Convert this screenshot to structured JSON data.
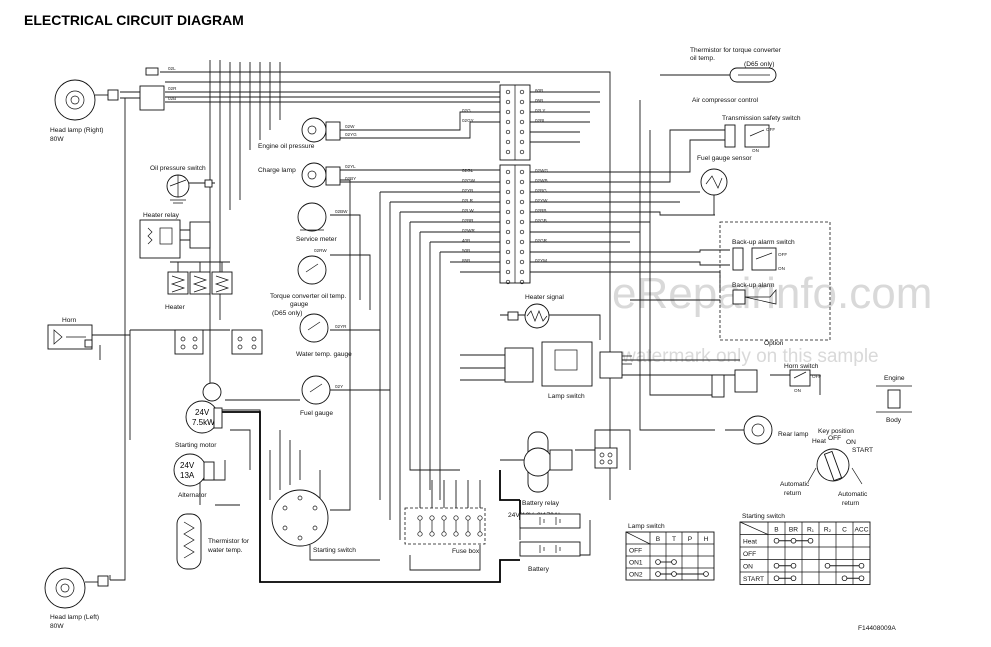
{
  "title": "ELECTRICAL CIRCUIT DIAGRAM",
  "figure_id": "F14408009A",
  "watermark": {
    "brand": "eRepairinfo.com",
    "note": "watermark only on this sample"
  },
  "components": {
    "head_lamp_right": "Head lamp (Right)",
    "head_lamp_right_w": "80W",
    "head_lamp_left": "Head lamp (Left)",
    "head_lamp_left_w": "80W",
    "oil_pressure_switch": "Oil pressure switch",
    "heater_relay": "Heater relay",
    "heater": "Heater",
    "horn": "Horn",
    "starting_motor": "Starting motor",
    "starting_motor_spec_1": "24V",
    "starting_motor_spec_2": "7.5kW",
    "alternator": "Alternator",
    "alternator_spec_1": "24V",
    "alternator_spec_2": "13A",
    "thermistor_water_1": "Thermistor for",
    "thermistor_water_2": "water temp.",
    "engine_oil_pressure": "Engine oil pressure",
    "charge_lamp": "Charge lamp",
    "service_meter": "Service meter",
    "torque_gauge_1": "Torque converter oil temp.",
    "torque_gauge_2": "gauge",
    "torque_gauge_3": "(D65 only)",
    "water_temp_gauge": "Water temp. gauge",
    "fuel_gauge": "Fuel gauge",
    "starting_switch": "Starting switch",
    "fuse_box": "Fuse box",
    "battery_relay": "Battery relay",
    "battery_spec": "24V(12Vx2)170Ah",
    "battery": "Battery",
    "heater_signal": "Heater signal",
    "lamp_switch": "Lamp switch",
    "thermistor_torque_1": "Thermistor for torque converter",
    "thermistor_torque_2": "oil temp.",
    "thermistor_torque_3": "(D65 only)",
    "air_compressor_control": "Air compressor control",
    "transmission_safety_switch": "Transmission safety switch",
    "fuel_gauge_sensor": "Fuel gauge sensor",
    "backup_alarm_switch": "Back-up alarm switch",
    "backup_alarm": "Back-up alarm",
    "option": "Option",
    "horn_switch": "Horn switch",
    "engine": "Engine",
    "body": "Body",
    "rear_lamp": "Rear lamp",
    "key_position": "Key position",
    "heat": "Heat",
    "off": "OFF",
    "on": "ON",
    "start": "START",
    "automatic_return_left_1": "Automatic",
    "automatic_return_left_2": "return",
    "automatic_return_right_1": "Automatic",
    "automatic_return_right_2": "return",
    "off_small": "OFF",
    "on_small": "ON"
  },
  "wire_labels": [
    "02L",
    "02R",
    "02B",
    "02W",
    "02YG",
    "02YL",
    "02BY",
    "02BW",
    "02RW",
    "02YR",
    "02Y",
    "02G",
    "02GY",
    "02GL",
    "02GW",
    "02YB",
    "02LR",
    "02LW",
    "02BR",
    "02WR",
    "40B",
    "50B",
    "85B",
    "60B",
    "05B",
    "02LY",
    "02BL",
    "02WG",
    "02WB",
    "02BG",
    "02YW",
    "02RB",
    "02GB",
    "02GR",
    "02YM"
  ],
  "lamp_switch_table": {
    "title": "Lamp switch",
    "columns": [
      "B",
      "T",
      "P",
      "H"
    ],
    "rows": [
      {
        "label": "OFF",
        "connections": []
      },
      {
        "label": "ON1",
        "connections": [
          [
            0,
            1
          ]
        ]
      },
      {
        "label": "ON2",
        "connections": [
          [
            0,
            1,
            3
          ]
        ]
      }
    ]
  },
  "starting_switch_table": {
    "title": "Starting switch",
    "columns": [
      "B",
      "BR",
      "R₁",
      "R₂",
      "C",
      "ACC"
    ],
    "rows": [
      {
        "label": "Heat",
        "connections": [
          [
            0,
            1,
            2
          ]
        ]
      },
      {
        "label": "OFF",
        "connections": []
      },
      {
        "label": "ON",
        "connections": [
          [
            0,
            1
          ],
          [
            3,
            5
          ]
        ]
      },
      {
        "label": "START",
        "connections": [
          [
            0,
            1
          ],
          [
            4,
            5
          ]
        ]
      }
    ]
  }
}
